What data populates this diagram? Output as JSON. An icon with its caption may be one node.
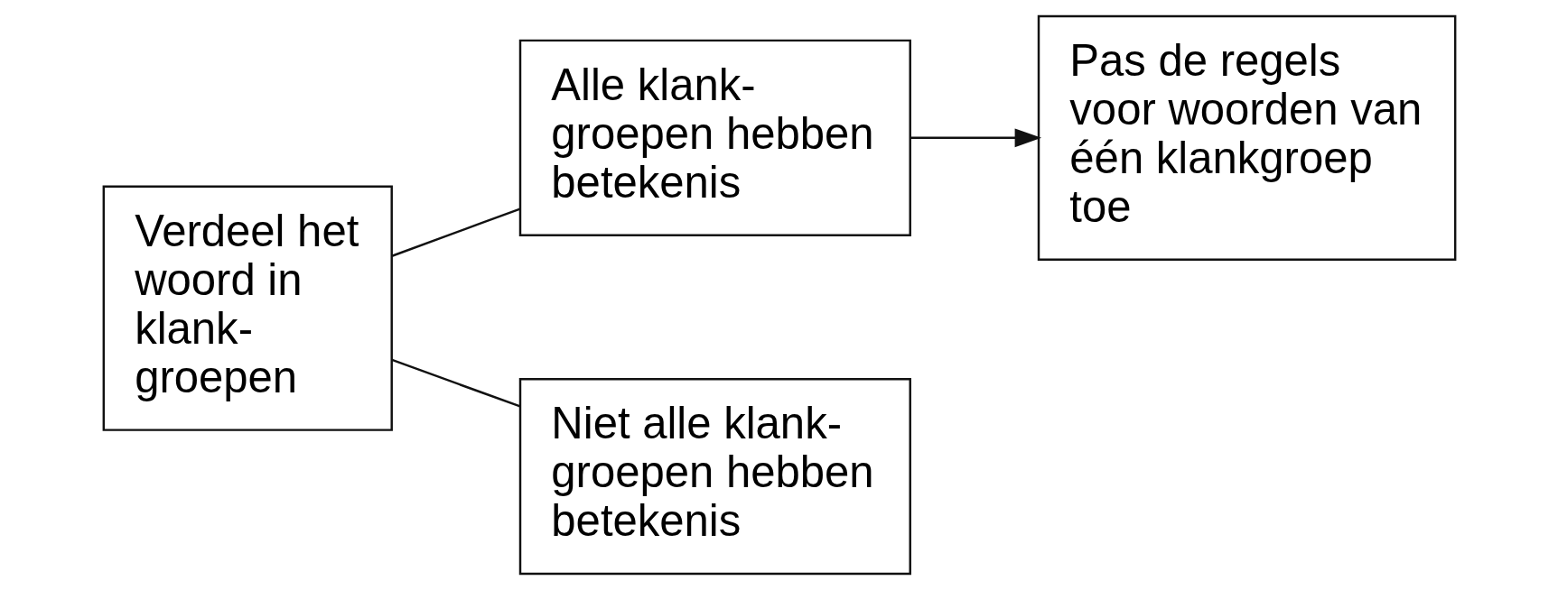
{
  "diagram": {
    "nodes": [
      {
        "text": [
          "Verdeel het woord in klank- groepen"
        ]
      },
      {
        "text": [
          "Alle klank- groepen hebben betekenis"
        ]
      },
      {
        "text": [
          "Pas de regels voor woorden van één klankgroep toe"
        ]
      },
      {
        "text": [
          "Niet alle klank- groepen hebben betekenis"
        ]
      }
    ],
    "edges": [
      {
        "from": 0,
        "to": 1,
        "arrow": "none"
      },
      {
        "from": 1,
        "to": 2,
        "arrow": "to"
      },
      {
        "from": 0,
        "to": 3,
        "arrow": "none"
      }
    ]
  }
}
